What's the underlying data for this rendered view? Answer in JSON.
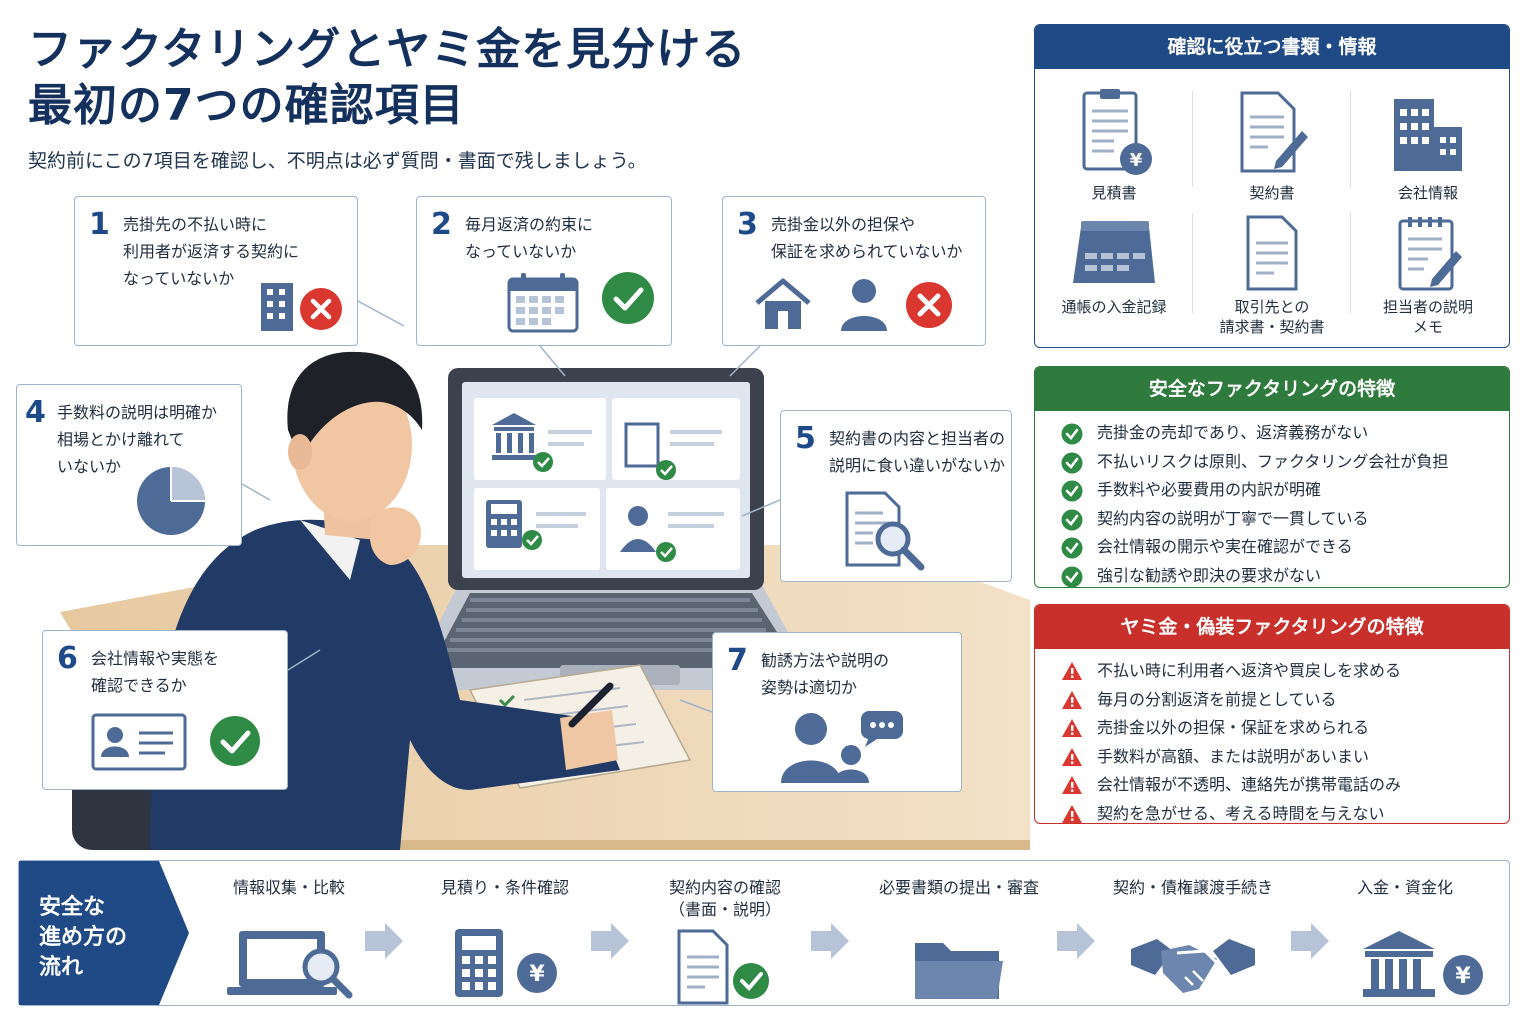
{
  "title": {
    "line1": "ファクタリングとヤミ金を見分ける",
    "line2": "最初の7つの確認項目",
    "subtitle": "契約前にこの7項目を確認し、不明点は必ず質問・書面で残しましょう。"
  },
  "checks": [
    {
      "num": "1",
      "text": "売掛先の不払い時に\n利用者が返済する契約に\nなっていないか"
    },
    {
      "num": "2",
      "text": "毎月返済の約束に\nなっていないか"
    },
    {
      "num": "3",
      "text": "売掛金以外の担保や\n保証を求められていないか"
    },
    {
      "num": "4",
      "text": "手数料の説明は明確か\n相場とかけ離れて\nいないか"
    },
    {
      "num": "5",
      "text": "契約書の内容と担当者の\n説明に食い違いがないか"
    },
    {
      "num": "6",
      "text": "会社情報や実態を\n確認できるか"
    },
    {
      "num": "7",
      "text": "勧誘方法や説明の\n姿勢は適切か"
    }
  ],
  "documents": {
    "header": "確認に役立つ書類・情報",
    "items": [
      {
        "label": "見積書",
        "icon": "clipboard-yen-icon"
      },
      {
        "label": "契約書",
        "icon": "contract-pen-icon"
      },
      {
        "label": "会社情報",
        "icon": "building-icon"
      },
      {
        "label": "通帳の入金記録",
        "icon": "passbook-icon"
      },
      {
        "label": "取引先との\n請求書・契約書",
        "icon": "invoice-icon"
      },
      {
        "label": "担当者の説明\nメモ",
        "icon": "memo-pen-icon"
      }
    ]
  },
  "safe": {
    "header": "安全なファクタリングの特徴",
    "items": [
      "売掛金の売却であり、返済義務がない",
      "不払いリスクは原則、ファクタリング会社が負担",
      "手数料や必要費用の内訳が明確",
      "契約内容の説明が丁寧で一貫している",
      "会社情報の開示や実在確認ができる",
      "強引な勧誘や即決の要求がない"
    ],
    "color": "#2f7a3d"
  },
  "risk": {
    "header": "ヤミ金・偽装ファクタリングの特徴",
    "items": [
      "不払い時に利用者へ返済や買戻しを求める",
      "毎月の分割返済を前提としている",
      "売掛金以外の担保・保証を求められる",
      "手数料が高額、または説明があいまい",
      "会社情報が不透明、連絡先が携帯電話のみ",
      "契約を急がせる、考える時間を与えない"
    ],
    "color": "#c9302c"
  },
  "flow": {
    "header": "安全な\n進め方の\n流れ",
    "steps": [
      {
        "label": "情報収集・比較",
        "icon": "laptop-search-icon"
      },
      {
        "label": "見積り・条件確認",
        "icon": "calculator-yen-icon"
      },
      {
        "label": "契約内容の確認\n（書面・説明）",
        "icon": "document-check-icon"
      },
      {
        "label": "必要書類の提出・審査",
        "icon": "folder-icon"
      },
      {
        "label": "契約・債権譲渡手続き",
        "icon": "handshake-icon"
      },
      {
        "label": "入金・資金化",
        "icon": "bank-yen-icon"
      }
    ]
  },
  "colors": {
    "navy": "#1f4a85",
    "green": "#2f7a3d",
    "red": "#c9302c",
    "icon": "#4e6a96"
  }
}
